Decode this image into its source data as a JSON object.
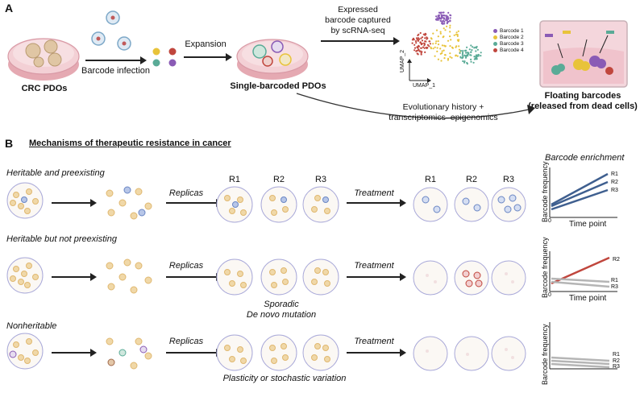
{
  "panel_a": {
    "letter": "A",
    "step_crc": "CRC PDOs",
    "step_infection": "Barcode infection",
    "step_expansion": "Expansion",
    "step_single": "Single-barcoded PDOs",
    "captured": [
      "Expressed",
      "barcode captured",
      "by scRNA-seq"
    ],
    "umap_x": "UMAP_1",
    "umap_y": "UMAP_2",
    "legend": [
      {
        "label": "Barcode 1",
        "color": "#8a5bb5"
      },
      {
        "label": "Barcode 2",
        "color": "#e8c33a"
      },
      {
        "label": "Barcode 3",
        "color": "#5aab97"
      },
      {
        "label": "Barcode 4",
        "color": "#c0463d"
      }
    ],
    "history": [
      "Evolutionary history +",
      "transcriptomics–epigenomics"
    ],
    "floating": [
      "Floating barcodes",
      "(released from dead cells)"
    ]
  },
  "panel_b": {
    "letter": "B",
    "heading": "Mechanisms of therapeutic resistance in cancer",
    "enrichment_title": "Barcode enrichment",
    "replicas_label": "Replicas",
    "treatment_label": "Treatment",
    "replicates": [
      "R1",
      "R2",
      "R3"
    ],
    "rows": [
      {
        "title": "Heritable and preexisting",
        "note": ""
      },
      {
        "title": "Heritable but not preexisting",
        "note": "Sporadic\nDe novo mutation"
      },
      {
        "title": "Nonheritable",
        "note": "Plasticity or stochastic variation"
      }
    ],
    "plot_ylabel": "Barcode frequency",
    "plot_xlabel": "Time point",
    "plot_origin": "0",
    "colors": {
      "heritable": "#3f5f8f",
      "emergent": "#c0463d",
      "flat": "#b5b5b5",
      "dish_edge": "#a9a9d9"
    }
  }
}
